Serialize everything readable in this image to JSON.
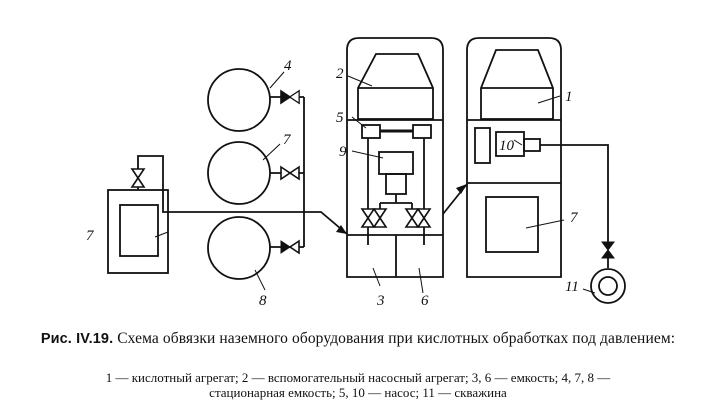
{
  "labels": {
    "n1": "1",
    "n2": "2",
    "n3": "3",
    "n4": "4",
    "n5": "5",
    "n6": "6",
    "n7a": "7",
    "n7b": "7",
    "n7c": "7",
    "n8": "8",
    "n9": "9",
    "n10": "10",
    "n11": "11"
  },
  "caption": {
    "figure_number": "Рис. IV.19.",
    "title": "Схема обвязки наземного оборудования при кислотных обработках под давлением:"
  },
  "legend": {
    "line1": "1 — кислотный агрегат; 2 — вспомогательный насосный агрегат; 3, 6 — емкость; 4, 7, 8 —",
    "line2": "стационарная емкость; 5, 10 — насос; 11 — скважина"
  }
}
